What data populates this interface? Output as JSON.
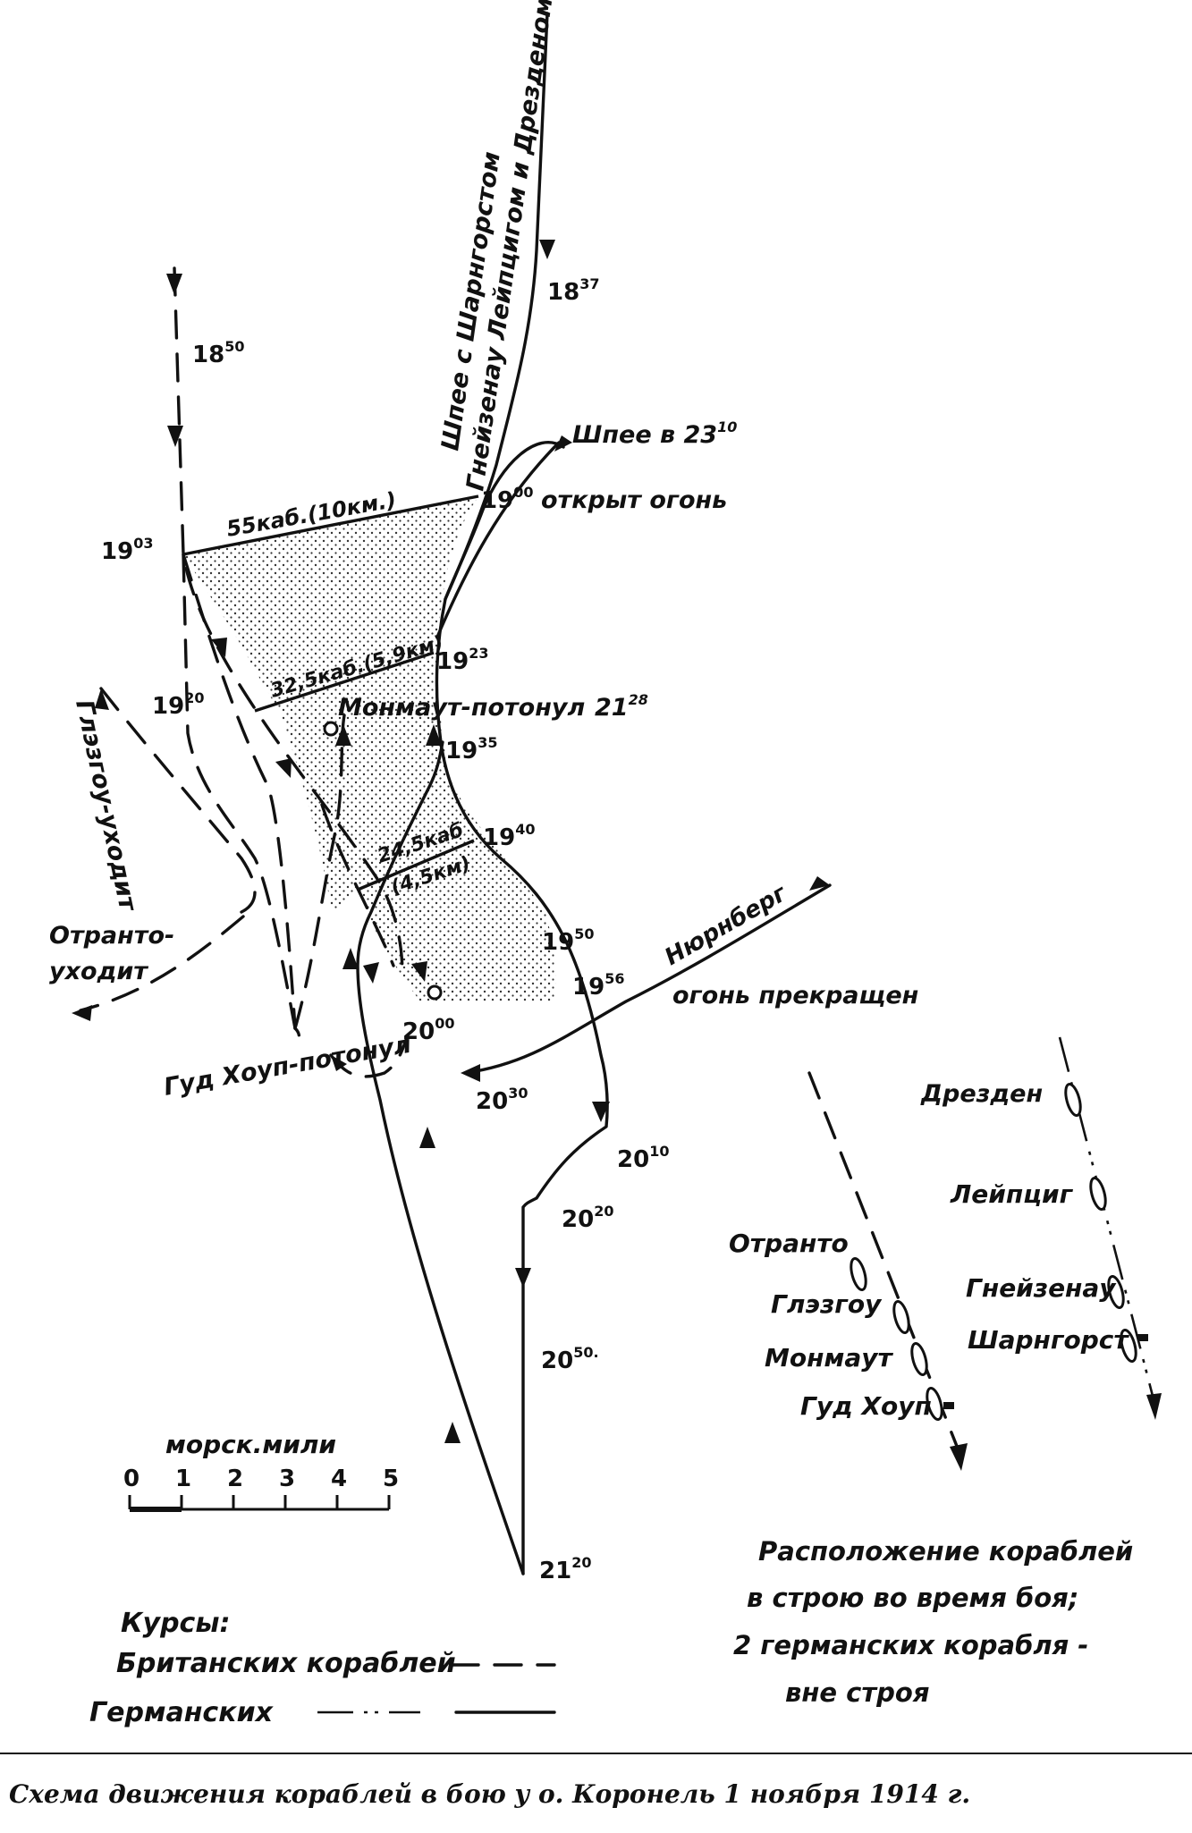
{
  "caption": "Схема движения кораблей в бою у о. Коронель 1 ноября 1914 г.",
  "labels": {
    "spee_group_line1": "Шпее с Шарнгорстом",
    "spee_group_line2": "Гнейзенау Лейпцигом и Дрезденом",
    "spee_at_2310": "Шпее в 23",
    "spee_at_2310_sup": "10",
    "fire_opened": "открыт огонь",
    "monmouth_sunk": "Монмаут-потонул",
    "monmouth_sunk_time": "21",
    "monmouth_sunk_time_sup": "28",
    "glasgow_leaves": "Глэзгоу-уходит",
    "otranto_leaves_line1": "Отранто-",
    "otranto_leaves_line2": "уходит",
    "good_hope_sunk": "Гуд Хоуп-потонул",
    "nurnberg": "Нюрнберг",
    "fire_ceased": "огонь прекращен"
  },
  "ranges": {
    "r1": "55каб.(10км.)",
    "r2": "32,5каб.(5,9км)",
    "r3a": "24,5каб",
    "r3b": "(4,5км)"
  },
  "times": {
    "t1837": {
      "h": "18",
      "m": "37"
    },
    "t1850": {
      "h": "18",
      "m": "50"
    },
    "t1900": {
      "h": "19",
      "m": "00"
    },
    "t1903": {
      "h": "19",
      "m": "03"
    },
    "t1920": {
      "h": "19",
      "m": "20"
    },
    "t1923": {
      "h": "19",
      "m": "23"
    },
    "t1935": {
      "h": "19",
      "m": "35"
    },
    "t1940": {
      "h": "19",
      "m": "40"
    },
    "t1950": {
      "h": "19",
      "m": "50"
    },
    "t1956": {
      "h": "19",
      "m": "56"
    },
    "t2000": {
      "h": "20",
      "m": "00"
    },
    "t2010": {
      "h": "20",
      "m": "10"
    },
    "t2020": {
      "h": "20",
      "m": "20"
    },
    "t2030": {
      "h": "20",
      "m": "30"
    },
    "t2050": {
      "h": "20",
      "m": "50."
    },
    "t2120": {
      "h": "21",
      "m": "20"
    }
  },
  "scale": {
    "title": "морск.мили",
    "ticks": [
      "0",
      "1",
      "2",
      "3",
      "4",
      "5"
    ]
  },
  "legend": {
    "title": "Курсы:",
    "british": "Британских кораблей",
    "german": "Германских"
  },
  "formation": {
    "british_ships": [
      "Отранто",
      "Глэзгоу",
      "Монмаут",
      "Гуд Хоуп"
    ],
    "german_ships": [
      "Дрезден",
      "Лейпциг",
      "Гнейзенау",
      "Шарнгорст"
    ],
    "note_line1": "Расположение кораблей",
    "note_line2": "в строю во время боя;",
    "note_line3": "2 германских корабля -",
    "note_line4": "вне строя"
  }
}
